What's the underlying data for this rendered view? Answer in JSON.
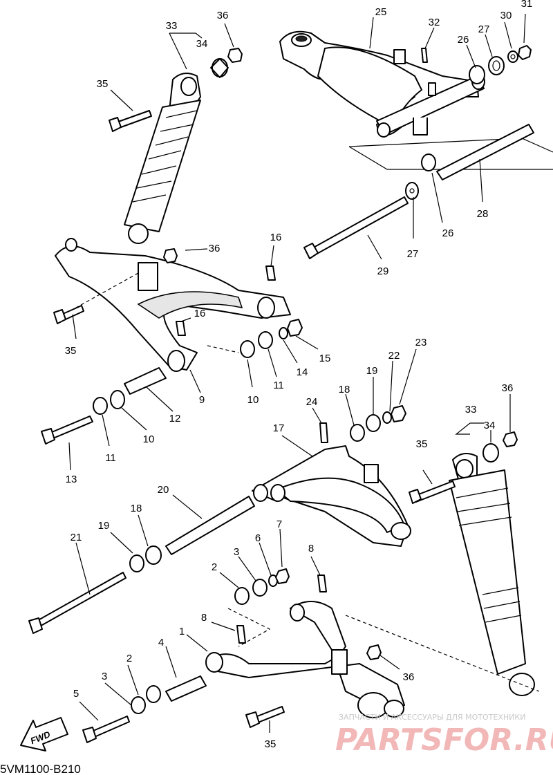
{
  "diagram": {
    "drawing_code": "5VM1100-B210",
    "fwd_label": "FWD",
    "watermark_small": "ЗАПЧАСТИ И АКСЕССУАРЫ ДЛЯ МОТОТЕХНИКИ",
    "watermark_big": "PARTSFOR.RU",
    "callouts": [
      "1",
      "2",
      "3",
      "4",
      "5",
      "6",
      "7",
      "8",
      "9",
      "10",
      "11",
      "12",
      "13",
      "14",
      "15",
      "16",
      "17",
      "18",
      "19",
      "20",
      "21",
      "22",
      "23",
      "24",
      "25",
      "26",
      "27",
      "28",
      "29",
      "30",
      "31",
      "32",
      "33",
      "34",
      "35",
      "36"
    ]
  }
}
